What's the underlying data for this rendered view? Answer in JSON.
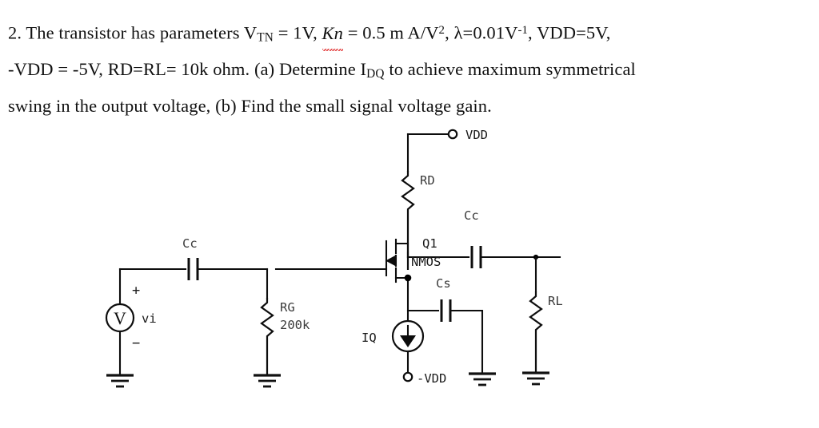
{
  "document": {
    "problem": {
      "number": "2.",
      "line1_a": "The transistor has parameters V",
      "line1_vtn_sub": "TN",
      "line1_b": " = 1V, ",
      "line1_kn": "Kn",
      "line1_c": " = 0.5 m A/V",
      "line1_sup2": "2",
      "line1_d": ",  λ=0.01V",
      "line1_supm1": "-1",
      "line1_e": ", VDD=5V,",
      "line2_a": "-VDD = -5V, RD=RL= 10k ohm. (a) Determine I",
      "line2_idq_sub": "DQ",
      "line2_b": " to achieve maximum symmetrical",
      "line3": "swing in the output voltage, (b) Find the small signal voltage gain."
    }
  },
  "circuit": {
    "title": "common-source-amplifier-schematic",
    "labels": {
      "vdd_top": "VDD",
      "vdd_neg": "-VDD",
      "rd": "RD",
      "rl": "RL",
      "rg": "RG",
      "rg_value": "200k",
      "cc_input": "Cc",
      "cc_output": "Cc",
      "cs": "Cs",
      "iq": "IQ",
      "q1": "Q1",
      "nmos": "NMOS",
      "vi": "vi",
      "source_symbol": "V",
      "plus": "+",
      "minus": "−"
    },
    "colors": {
      "wire": "#0d0d0d",
      "label": "#3a3a3a",
      "label_dark": "#1b1b1b",
      "background": "#ffffff",
      "spellcheck_underline": "#e03030"
    }
  }
}
